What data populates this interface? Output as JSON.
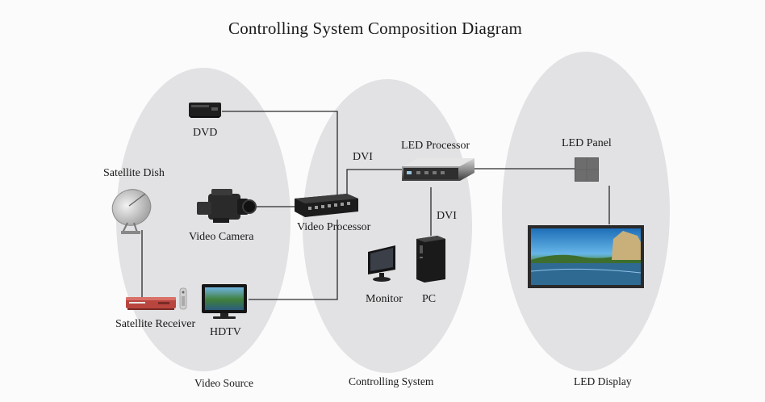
{
  "title": "Controlling System Composition Diagram",
  "sections": {
    "source": "Video Source",
    "control": "Controlling System",
    "display": "LED Display"
  },
  "devices": {
    "dvd": "DVD",
    "satellite_dish": "Satellite Dish",
    "video_camera": "Video Camera",
    "satellite_receiver": "Satellite Receiver",
    "hdtv": "HDTV",
    "video_processor": "Video Processor",
    "led_processor": "LED Processor",
    "monitor": "Monitor",
    "pc": "PC",
    "led_panel": "LED Panel"
  },
  "links": {
    "dvi_1": "DVI",
    "dvi_2": "DVI"
  },
  "colors": {
    "ellipse": "#e2e1e3",
    "line": "#2b2b2b",
    "device_dark": "#222222",
    "receiver_red": "#b8463f"
  }
}
